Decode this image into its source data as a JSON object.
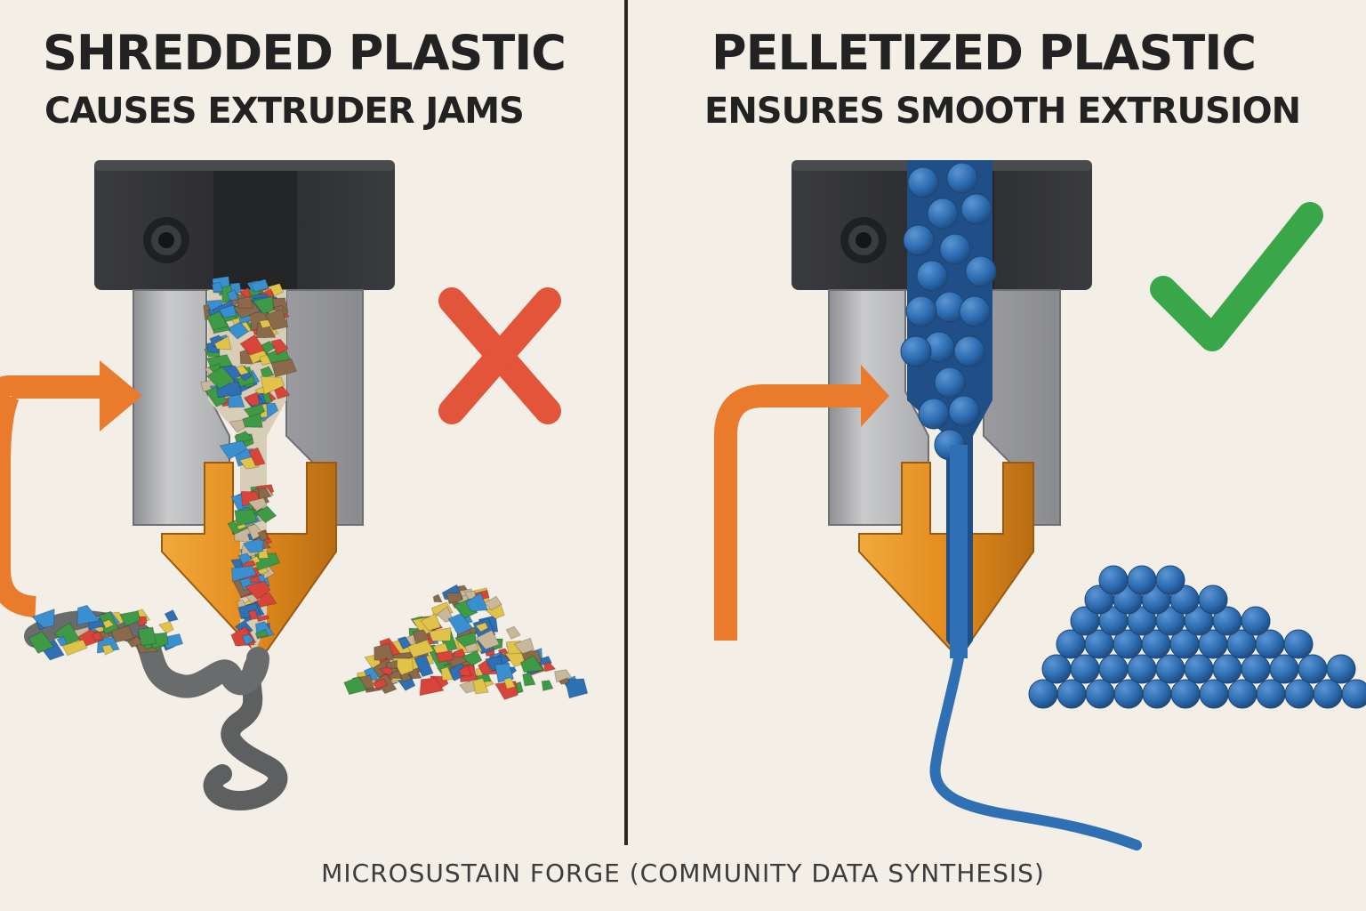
{
  "left": {
    "title": "SHREDDED PLASTIC",
    "subtitle": "CAUSES EXTRUDER JAMS",
    "status_icon": "x-mark-icon",
    "status_color": "#e2553b",
    "material": "shredded-plastic-flakes"
  },
  "right": {
    "title": "PELLETIZED PLASTIC",
    "subtitle": "ENSURES SMOOTH EXTRUSION",
    "status_icon": "check-mark-icon",
    "status_color": "#3aa64a",
    "material": "plastic-pellets"
  },
  "footer": {
    "credit": "MICROSUSTAIN FORGE (COMMUNITY DATA SYNTHESIS)"
  },
  "colors": {
    "background": "#f3efe6",
    "block_dark": "#2f3033",
    "barrel_grey": "#9c9da0",
    "nozzle_orange": "#e89a2c",
    "arrow_orange": "#ea7a2c",
    "pellet_blue": "#2f6fb4",
    "jam_grey": "#6c6c6c"
  }
}
